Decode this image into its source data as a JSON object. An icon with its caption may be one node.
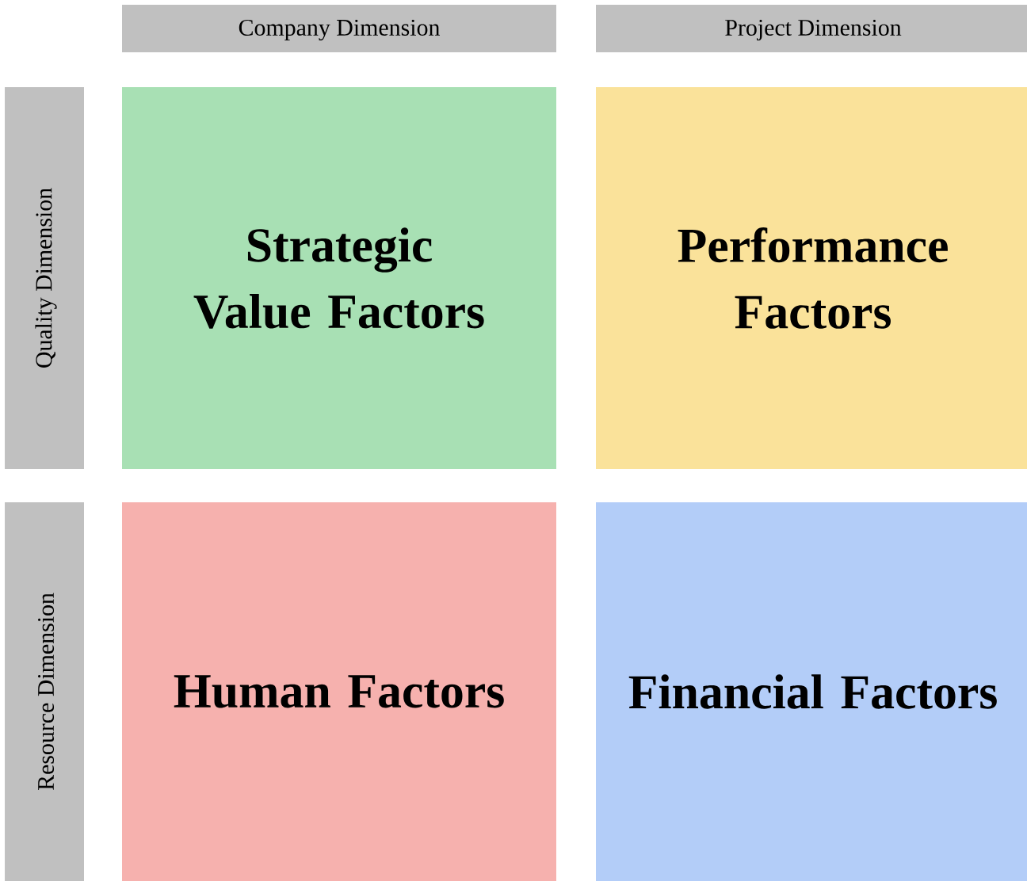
{
  "diagram": {
    "nodes": [
      {
        "text": [
          "Company Dimension"
        ]
      },
      {
        "text": [
          "Project Dimension"
        ]
      },
      {
        "text": [
          "Quality Dimension"
        ]
      },
      {
        "text": [
          "Strategic Value Factors"
        ]
      },
      {
        "text": [
          "Performance Factors"
        ]
      },
      {
        "text": [
          "Resource Dimension"
        ]
      },
      {
        "text": [
          "Human Factors"
        ]
      },
      {
        "text": [
          "Financial Factors"
        ]
      }
    ]
  }
}
